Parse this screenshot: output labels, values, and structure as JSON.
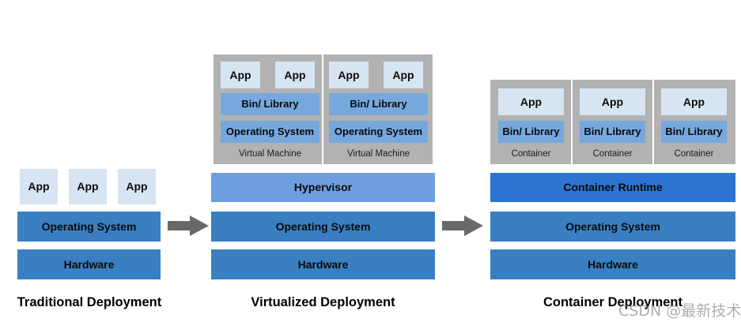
{
  "diagram": {
    "type": "deployment-evolution",
    "columns": [
      {
        "id": "traditional",
        "title": "Traditional Deployment",
        "apps": [
          {
            "label": "App"
          },
          {
            "label": "App"
          },
          {
            "label": "App"
          }
        ],
        "layers": [
          {
            "label": "Operating System"
          },
          {
            "label": "Hardware"
          }
        ]
      },
      {
        "id": "virtualized",
        "title": "Virtualized Deployment",
        "groups": [
          {
            "caption": "Virtual Machine",
            "apps": [
              {
                "label": "App"
              },
              {
                "label": "App"
              }
            ],
            "layers": [
              {
                "label": "Bin/ Library"
              },
              {
                "label": "Operating System"
              }
            ]
          },
          {
            "caption": "Virtual Machine",
            "apps": [
              {
                "label": "App"
              },
              {
                "label": "App"
              }
            ],
            "layers": [
              {
                "label": "Bin/ Library"
              },
              {
                "label": "Operating System"
              }
            ]
          }
        ],
        "layers": [
          {
            "label": "Hypervisor"
          },
          {
            "label": "Operating System"
          },
          {
            "label": "Hardware"
          }
        ]
      },
      {
        "id": "container",
        "title": "Container Deployment",
        "groups": [
          {
            "caption": "Container",
            "apps": [
              {
                "label": "App"
              }
            ],
            "layers": [
              {
                "label": "Bin/ Library"
              }
            ]
          },
          {
            "caption": "Container",
            "apps": [
              {
                "label": "App"
              }
            ],
            "layers": [
              {
                "label": "Bin/ Library"
              }
            ]
          },
          {
            "caption": "Container",
            "apps": [
              {
                "label": "App"
              }
            ],
            "layers": [
              {
                "label": "Bin/ Library"
              }
            ]
          }
        ],
        "layers": [
          {
            "label": "Container Runtime"
          },
          {
            "label": "Operating System"
          },
          {
            "label": "Hardware"
          }
        ]
      }
    ],
    "arrows": [
      {
        "direction": "right"
      },
      {
        "direction": "right"
      }
    ],
    "watermark": "CSDN @最新技术",
    "colors": {
      "app": "#d7e5f2",
      "bar": "#3a7fc1",
      "hypervisor": "#6d9ee0",
      "container_runtime": "#2c74cf",
      "inner_blue": "#76a8de",
      "panel_gray": "#b2b2b2",
      "arrow_gray": "#696969",
      "background": "#ffffff",
      "text": "#000000"
    }
  }
}
